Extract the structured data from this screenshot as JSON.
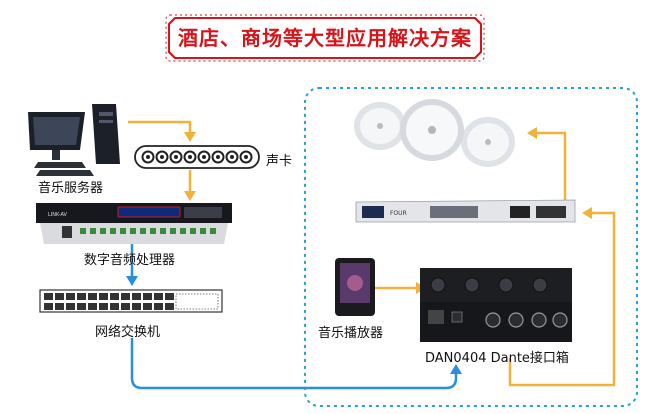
{
  "title": "酒店、商场等大型应用解决方案",
  "labels": {
    "music_server": "音乐服务器",
    "sound_card": "声卡",
    "dsp": "数字音频处理器",
    "switch": "网络交换机",
    "music_player": "音乐播放器",
    "dante_box": "DAN0404 Dante接口箱"
  },
  "colors": {
    "title_red": "#d7141a",
    "analog_line": "#f2b23a",
    "network_line": "#2a8de0",
    "dashed_border": "#2a9fd8"
  }
}
